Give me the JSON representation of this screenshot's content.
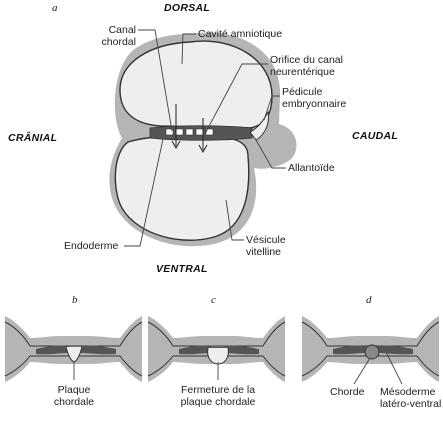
{
  "panels": {
    "a": {
      "letter": "a",
      "orientation": {
        "top": "DORSAL",
        "bottom": "VENTRAL",
        "left": "CRÂNIAL",
        "right": "CAUDAL"
      },
      "labels": {
        "canal_chordal": "Canal\nchordal",
        "cavite_amniotique": "Cavité amniotique",
        "orifice_canal": "Orifice du canal\nneurentérique",
        "pedicule": "Pédicule\nembryonnaire",
        "allantoide": "Allantoïde",
        "endoderme": "Endoderme",
        "vesicule": "Vésicule\nvitelline"
      }
    },
    "b": {
      "letter": "b",
      "label": "Plaque\nchordale"
    },
    "c": {
      "letter": "c",
      "label": "Fermeture de la\nplaque chordale"
    },
    "d": {
      "letter": "d",
      "label_left": "Chorde",
      "label_right": "Mésoderme\nlatéro-ventral"
    }
  },
  "colors": {
    "halo": "#b5b5b5",
    "sac_fill": "#eeeeee",
    "mesoderm": "#555555",
    "stroke": "#333333",
    "leader": "#444444"
  }
}
